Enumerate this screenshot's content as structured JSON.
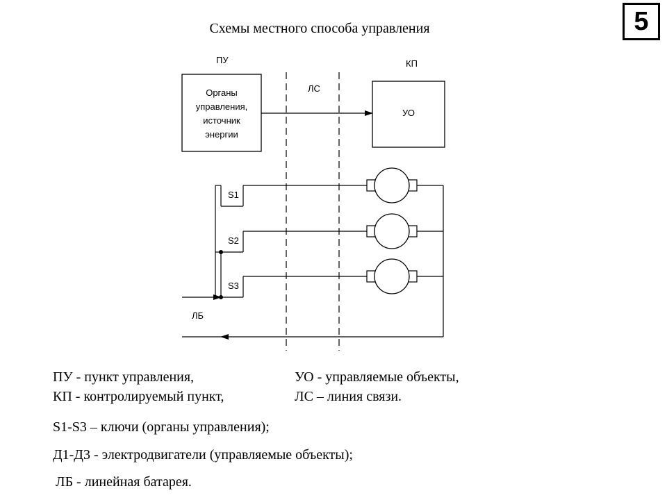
{
  "slide_number": "5",
  "title": "Схемы местного способа управления",
  "diagram": {
    "label_pu": "ПУ",
    "label_kp": "КП",
    "label_ls": "ЛС",
    "pu_box_lines": [
      "Органы",
      "управления,",
      "источник",
      "энергии"
    ],
    "uo_box_label": "УО",
    "switches": [
      "S1",
      "S2",
      "S3"
    ],
    "label_lb": "ЛБ"
  },
  "legend": {
    "pu": "ПУ - пункт управления,",
    "kp": "КП - контролируемый пункт,",
    "uo": "УО - управляемые объекты,",
    "ls": "ЛС – линия связи.",
    "keys": "S1-S3 – ключи (органы управления);",
    "motors": "Д1-Д3 - электродвигатели (управляемые объекты);",
    "battery": "ЛБ - линейная батарея."
  }
}
